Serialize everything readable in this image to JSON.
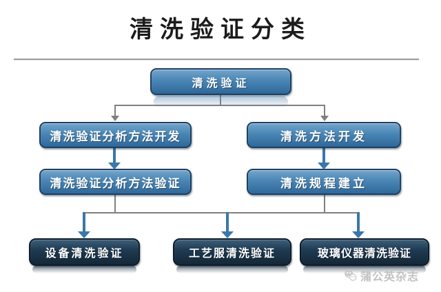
{
  "page": {
    "title": "清洗验证分类"
  },
  "colors": {
    "blueTop": "#72a5cb",
    "blueMid": "#4a86b5",
    "blueBot": "#2f689a",
    "blueBorder": "#1e3f61",
    "darkTop": "#3d5e78",
    "darkFill": "#1f3a52",
    "darkBot": "#142838",
    "darkBorder": "#0c1c2c",
    "connectorGray": "#7f7f7f",
    "arrowBlue": "#3a77aa",
    "ruleGray": "#9b9b9b",
    "watermarkGray": "#c2c2c2",
    "titleColor": "#1c1c1c"
  },
  "diagram": {
    "nodes": [
      {
        "id": "root",
        "label": "清洗验证"
      },
      {
        "id": "analysis-method-development",
        "label": "清洗验证分析方法开发"
      },
      {
        "id": "cleaning-method-development",
        "label": "清洗方法开发"
      },
      {
        "id": "analysis-method-validation",
        "label": "清洗验证分析方法验证"
      },
      {
        "id": "cleaning-procedure-establishment",
        "label": "清洗规程建立"
      },
      {
        "id": "equipment-cleaning-validation",
        "label": "设备清洗验证"
      },
      {
        "id": "garment-cleaning-validation",
        "label": "工艺服清洗验证"
      },
      {
        "id": "glassware-cleaning-validation",
        "label": "玻璃仪器清洗验证"
      }
    ],
    "edges": [
      {
        "from": "清洗验证",
        "to": "清洗验证分析方法开发",
        "style": "gray-elbow-arrow"
      },
      {
        "from": "清洗验证",
        "to": "清洗方法开发",
        "style": "gray-elbow-arrow"
      },
      {
        "from": "清洗验证分析方法开发",
        "to": "清洗验证分析方法验证",
        "style": "blue-arrow"
      },
      {
        "from": "清洗方法开发",
        "to": "清洗规程建立",
        "style": "blue-arrow"
      },
      {
        "from": "清洗验证分析方法验证",
        "to": "设备清洗验证",
        "style": "blue-arrow"
      },
      {
        "from": "清洗验证分析方法验证",
        "to": "工艺服清洗验证",
        "style": "blue-arrow"
      },
      {
        "from": "清洗规程建立",
        "to": "工艺服清洗验证",
        "style": "blue-arrow"
      },
      {
        "from": "清洗规程建立",
        "to": "玻璃仪器清洗验证",
        "style": "blue-arrow"
      }
    ]
  },
  "watermark": {
    "text": "蒲公英杂志",
    "logo": "dandelion-bubbles-icon"
  }
}
